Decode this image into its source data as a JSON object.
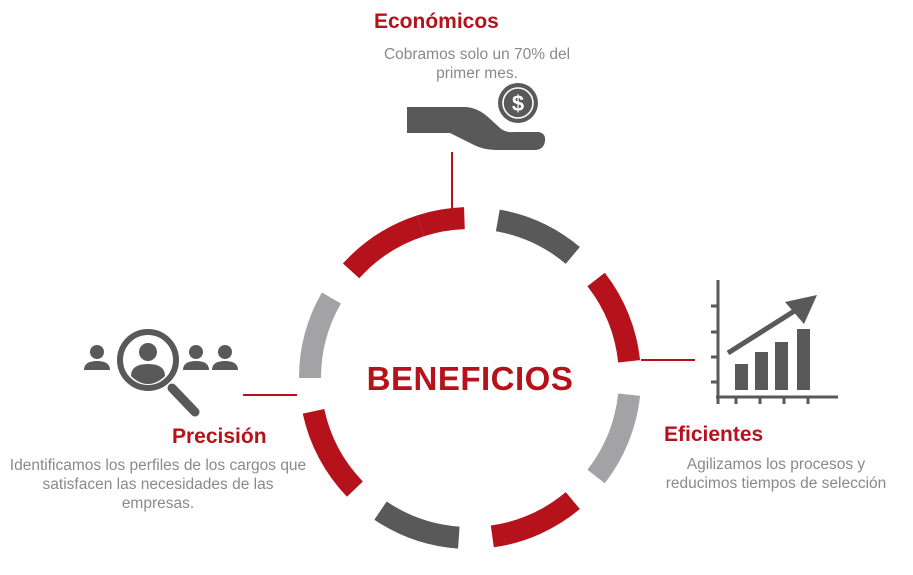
{
  "center": {
    "title": "BENEFICIOS"
  },
  "benefits": {
    "economicos": {
      "title": "Económicos",
      "description": "Cobramos solo un 70% del primer mes."
    },
    "eficientes": {
      "title": "Eficientes",
      "description": "Agilizamos  los procesos y reducimos tiempos de selección"
    },
    "precision": {
      "title": "Precisión",
      "description": "Identificamos los perfiles de los cargos que satisfacen las necesidades de las empresas."
    }
  },
  "icons": {
    "economicos": "hand-coin-icon",
    "eficientes": "growth-chart-icon",
    "precision": "candidate-search-icon"
  },
  "colors": {
    "red": "#b5121b",
    "dark_gray": "#595959",
    "light_gray": "#a3a3a6",
    "text_gray": "#8a8a8a"
  }
}
